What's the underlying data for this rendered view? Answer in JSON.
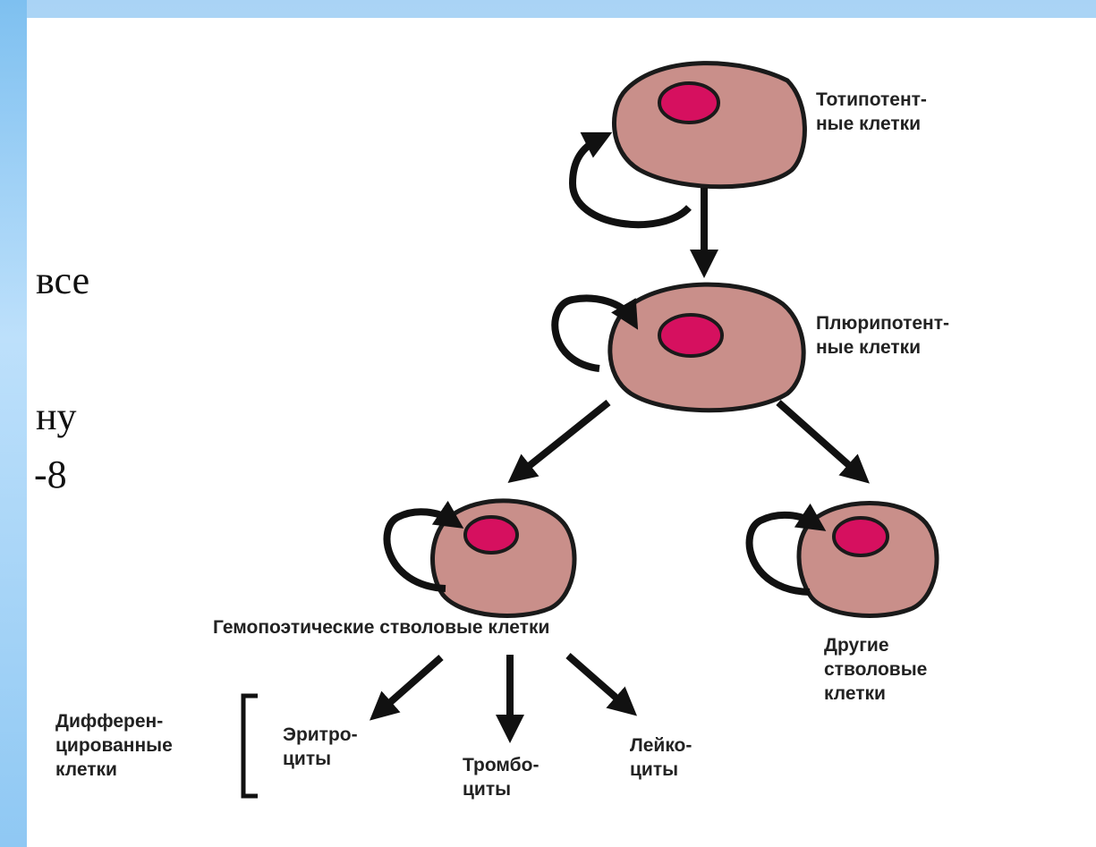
{
  "left_text_fragments": [
    "все",
    "ну",
    "-8"
  ],
  "cells": {
    "totipotent": {
      "label": [
        "Тотипотент-",
        "ные клетки"
      ]
    },
    "pluripotent": {
      "label": [
        "Плюрипотент-",
        "ные клетки"
      ]
    },
    "hematopoietic": {
      "label": [
        "Гемопоэтические стволовые клетки"
      ]
    },
    "other": {
      "label": [
        "Другие",
        "стволовые",
        "клетки"
      ]
    }
  },
  "differentiated": {
    "label": [
      "Дифферен-",
      "цированные",
      "клетки"
    ],
    "erythrocytes": [
      "Эритро-",
      "циты"
    ],
    "thrombocytes": [
      "Тромбо-",
      "циты"
    ],
    "leukocytes": [
      "Лейко-",
      "циты"
    ]
  },
  "colors": {
    "cell_body": "#c98f8a",
    "nucleus": "#d6105f",
    "outline": "#1a1a1a",
    "background_accent": "#a9d3f5"
  }
}
